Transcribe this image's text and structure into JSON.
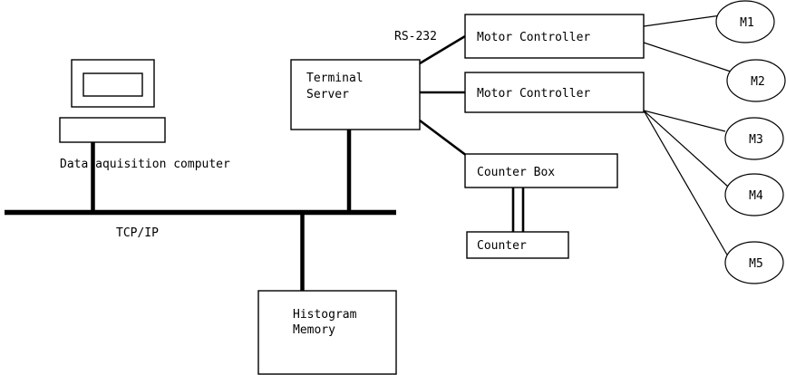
{
  "diagram": {
    "title": "Data acquisition system block diagram",
    "background_color": "#ffffff",
    "line_color": "#000000",
    "boxes": {
      "terminal_server": {
        "label_line1": "Terminal",
        "label_line2": "Server"
      },
      "motor_controller_1": {
        "label": "Motor Controller"
      },
      "motor_controller_2": {
        "label": "Motor Controller"
      },
      "counter_box": {
        "label": "Counter Box"
      },
      "counter": {
        "label": "Counter"
      },
      "histogram_memory": {
        "label_line1": "Histogram",
        "label_line2": "Memory"
      }
    },
    "motors": [
      {
        "id": "m1",
        "label": "M1"
      },
      {
        "id": "m2",
        "label": "M2"
      },
      {
        "id": "m3",
        "label": "M3"
      },
      {
        "id": "m4",
        "label": "M4"
      },
      {
        "id": "m5",
        "label": "M5"
      }
    ],
    "free_labels": {
      "data_acquisition_computer": "Data aquisition computer",
      "rs232": "RS-232",
      "tcpip": "TCP/IP"
    },
    "computer": {
      "monitor_name": "monitor-bezel",
      "screen_name": "monitor-screen",
      "base_name": "computer-base"
    }
  }
}
